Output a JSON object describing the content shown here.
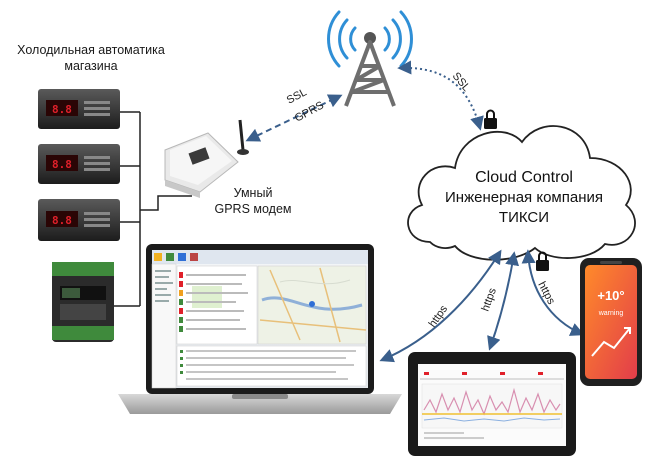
{
  "labels": {
    "shop_automation": [
      "Холодильная автоматика",
      "магазина"
    ],
    "smart_modem": [
      "Умный",
      "GPRS модем"
    ],
    "cloud": [
      "Cloud Control",
      "Инженерная компания",
      "ТИКСИ"
    ]
  },
  "link_labels": {
    "modem_tower_1": "SSL",
    "modem_tower_2": "GPRS",
    "tower_cloud": "SSL",
    "cloud_laptop": "https",
    "cloud_tablet": "https",
    "cloud_phone": "https"
  },
  "phone": {
    "temperature": "+10°",
    "status": "warning"
  },
  "colors": {
    "link_blue": "#3a5f8c",
    "signal_blue": "#2f8fd6",
    "tower_gray": "#6e6e6e",
    "display_red": "#e0202a",
    "phone_orange": "#f06a2a"
  },
  "icons": [
    "lock-icon",
    "radio-tower-icon",
    "cloud-icon",
    "laptop-icon",
    "tablet-icon",
    "smartphone-icon",
    "gprs-modem-icon",
    "controller-icon"
  ]
}
